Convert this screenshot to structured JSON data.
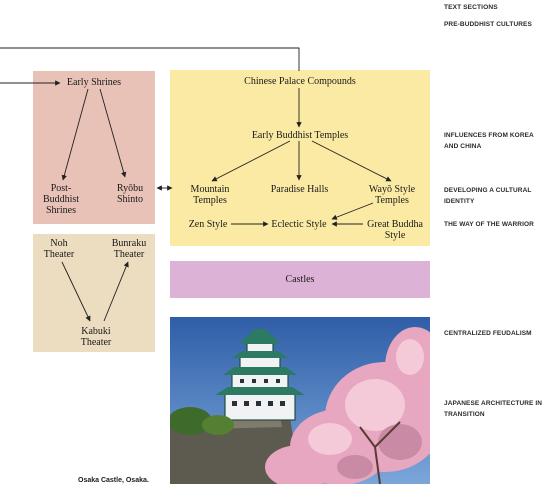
{
  "diagram": {
    "shrines": {
      "early_shrines": "Early Shrines",
      "post_buddhist": "Post-Buddhist Shrines",
      "ryobu": "Ryōbu Shinto"
    },
    "chinese": {
      "palace": "Chinese Palace Compounds",
      "early_temples": "Early Buddhist Temples",
      "mountain": "Mountain Temples",
      "paradise": "Paradise Halls",
      "wayo": "Wayō Style Temples",
      "zen": "Zen Style",
      "eclectic": "Eclectic Style",
      "great_buddha": "Great Buddha Style"
    },
    "theater": {
      "noh": "Noh Theater",
      "bunraku": "Bunraku Theater",
      "kabuki": "Kabuki Theater"
    },
    "castles": "Castles"
  },
  "sections": {
    "header": "TEXT SECTIONS",
    "items": [
      "PRE-BUDDHIST CULTURES",
      "INFLUENCES FROM KOREA AND CHINA",
      "DEVELOPING A CULTURAL IDENTITY",
      "THE WAY OF THE WARRIOR",
      "CENTRALIZED FEUDALISM",
      "JAPANESE ARCHITECTURE IN TRANSITION"
    ]
  },
  "photo": {
    "caption": "Osaka Castle, Osaka."
  },
  "colors": {
    "shrines_box": "#e8c2b7",
    "chinese_box": "#fbeaa4",
    "theater_box": "#ecdcc0",
    "castles_box": "#dcb2d6"
  }
}
